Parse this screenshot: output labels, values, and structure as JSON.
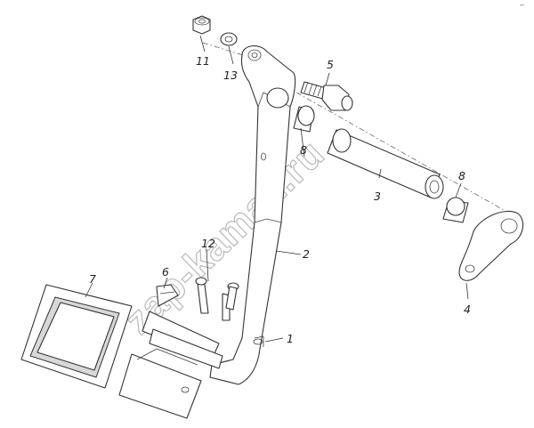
{
  "diagram": {
    "corner_mark": "⌐",
    "watermark": "zap-kamaz.ru",
    "callouts": [
      "11",
      "13",
      "5",
      "8",
      "3",
      "8",
      "12",
      "2",
      "6",
      "7",
      "1",
      "4"
    ]
  }
}
